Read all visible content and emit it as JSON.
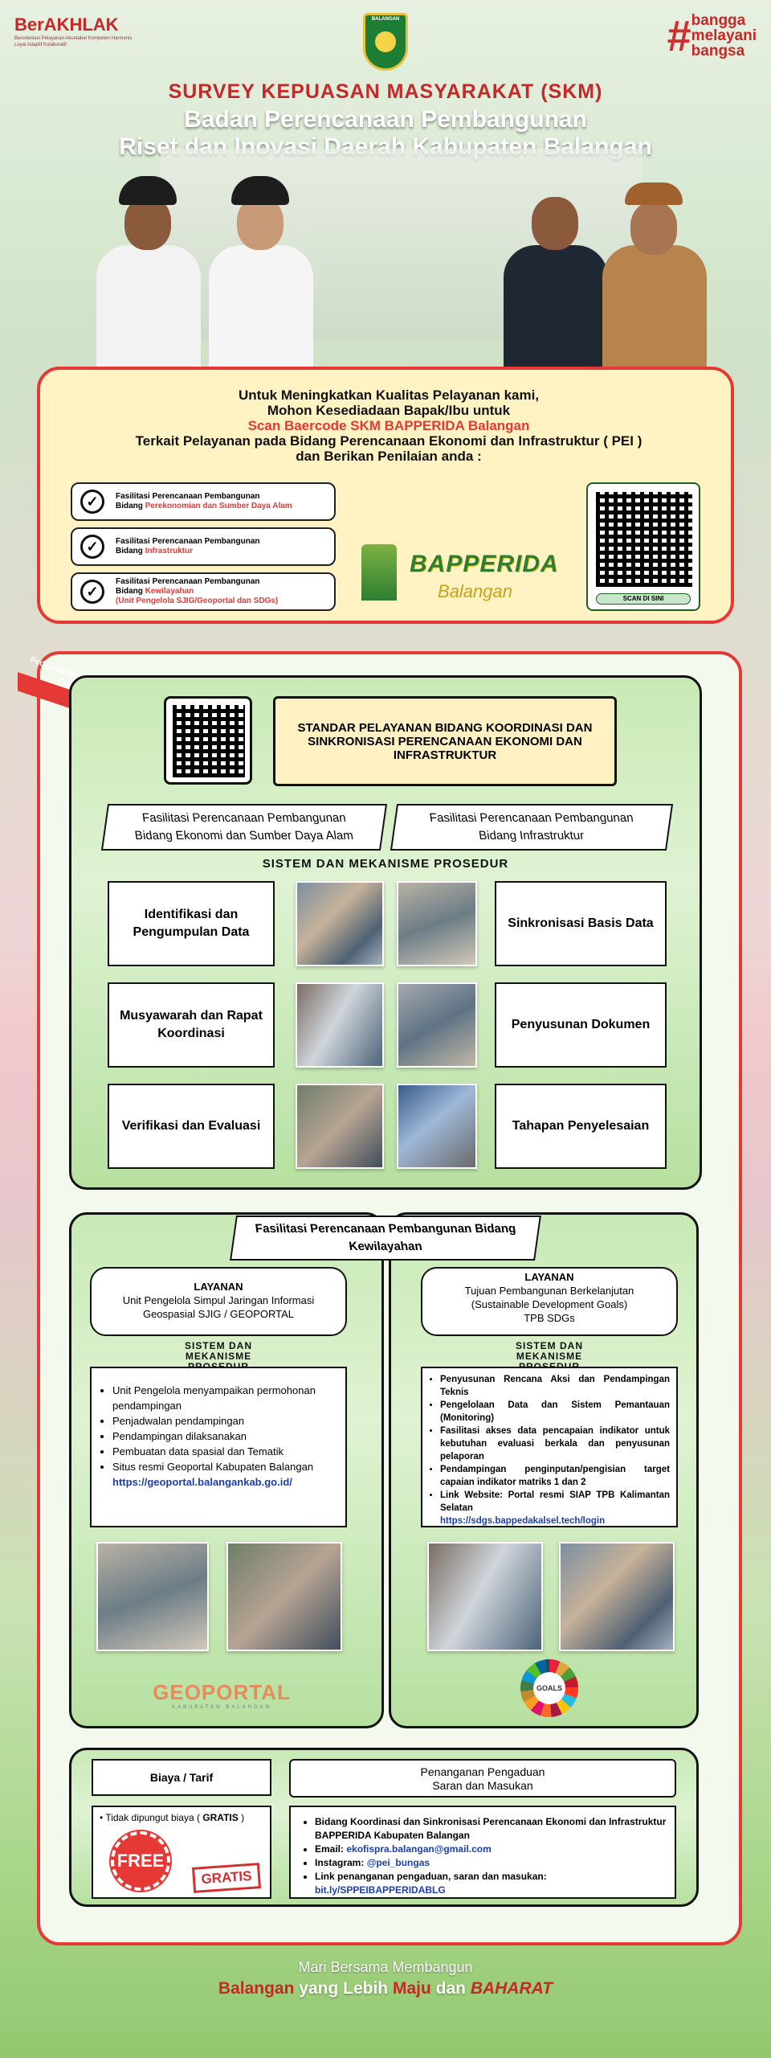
{
  "header": {
    "berakhlak_title": "BerAKHLAK",
    "berakhlak_sub": "Berorientasi Pelayanan Akuntabel Kompeten Harmonis Loyal Adaptif Kolaboratif",
    "emblem_label": "BALANGAN",
    "bangga_line1": "bangga",
    "bangga_line2": "melayani",
    "bangga_line3": "bangsa",
    "survey": "SURVEY KEPUASAN MASYARAKAT (SKM)",
    "title_line1": "Badan Perencanaan Pembangunan",
    "title_line2": "Riset dan Inovasi Daerah Kabupaten Balangan"
  },
  "intro": {
    "line1": "Untuk Meningkatkan Kualitas  Pelayanan kami,",
    "line2": "Mohon Kesediadaan Bapak/Ibu untuk",
    "line3": "Scan Baercode SKM BAPPERIDA Balangan",
    "line4": "Terkait Pelayanan pada Bidang Perencanaan Ekonomi dan Infrastruktur ( PEI )",
    "line5": "dan Berikan Penilaian anda :"
  },
  "options": [
    {
      "line1": "Fasilitasi Perencanaan Pembangunan",
      "prefix": "Bidang ",
      "highlight": "Perekonomian dan Sumber Daya Alam",
      "extra": ""
    },
    {
      "line1": "Fasilitasi Perencanaan Pembangunan",
      "prefix": "Bidang ",
      "highlight": "Infrastruktur",
      "extra": ""
    },
    {
      "line1": "Fasilitasi Perencanaan Pembangunan",
      "prefix": "Bidang ",
      "highlight": "Kewilayahan",
      "extra": "(Unit Pengelola SJIG/Geoportal dan SDGs)"
    }
  ],
  "bapperida": {
    "title": "BAPPERIDA",
    "sub": "Balangan"
  },
  "qr_label": "SCAN DI SINI",
  "guide_arrow": "Pedoman Standar Pelayanan Scan disini",
  "standard_title": "STANDAR PELAYANAN BIDANG KOORDINASI DAN SINKRONISASI PERENCANAAN EKONOMI DAN INFRASTRUKTUR",
  "field_left": {
    "line1": "Fasilitasi Perencanaan Pembangunan",
    "line2": "Bidang Ekonomi dan Sumber Daya Alam"
  },
  "field_right": {
    "line1": "Fasilitasi Perencanaan Pembangunan",
    "line2": "Bidang Infrastruktur"
  },
  "system_heading": "SISTEM DAN MEKANISME PROSEDUR",
  "steps_left": [
    "Identifikasi dan Pengumpulan Data",
    "Musyawarah dan Rapat Koordinasi",
    "Verifikasi dan Evaluasi"
  ],
  "steps_right": [
    "Sinkronisasi Basis Data",
    "Penyusunan Dokumen",
    "Tahapan Penyelesaian"
  ],
  "regional": {
    "title_line1": "Fasilitasi Perencanaan Pembangunan Bidang",
    "title_line2": "Kewilayahan",
    "left_service": {
      "label": "LAYANAN",
      "line1": "Unit Pengelola Simpul Jaringan Informasi",
      "line2": "Geospasial SJIG / GEOPORTAL"
    },
    "left_heading": "SISTEM DAN MEKANISME PROSEDUR",
    "left_items": [
      "Unit Pengelola menyampaikan permohonan pendampingan",
      "Penjadwalan pendampingan",
      "Pendampingan dilaksanakan",
      "Pembuatan data spasial dan Tematik",
      "Situs resmi Geoportal Kabupaten Balangan"
    ],
    "left_link": "https://geoportal.balangankab.go.id/",
    "right_service": {
      "label": "LAYANAN",
      "line1": "Tujuan Pembangunan Berkelanjutan",
      "line2": "(Sustainable Development Goals)",
      "line3": "TPB  SDGs"
    },
    "right_heading": "SISTEM DAN MEKANISME PROSEDUR",
    "right_items": [
      "Penyusunan Rencana Aksi dan Pendampingan Teknis",
      "Pengelolaan Data dan Sistem Pemantauan (Monitoring)",
      "Fasilitasi akses data pencapaian indikator untuk kebutuhan evaluasi berkala dan penyusunan pelaporan",
      "Pendampingan penginputan/pengisian target capaian indikator matriks 1 dan 2",
      "Link Website: Portal resmi SIAP TPB Kalimantan Selatan"
    ],
    "right_link": "https://sdgs.bappedakalsel.tech/login",
    "geoportal_logo": "GEOPORTAL",
    "geoportal_sub": "KABUPATEN BALANGAN",
    "sdg_logo": "GOALS"
  },
  "fees": {
    "title": "Biaya / Tarif",
    "item": "Tidak dipungut biaya ( ",
    "item_bold": "GRATIS",
    "item_end": " )",
    "free_badge": "FREE",
    "gratis_stamp": "GRATIS"
  },
  "complaints": {
    "title_line1": "Penanganan Pengaduan",
    "title_line2": "Saran dan Masukan",
    "item1": "Bidang Koordinasi dan Sinkronisasi Perencanaan Ekonomi dan Infrastruktur BAPPERIDA Kabupaten Balangan",
    "email_label": "Email: ",
    "email": "ekofispra.balangan@gmail.com",
    "ig_label": "Instagram: ",
    "ig": "@pei_bungas",
    "link_label": "Link penanganan pengaduan, saran dan masukan: ",
    "link": "bit.ly/SPPEIBAPPERIDABLG"
  },
  "footer": {
    "line1": "Mari Bersama Membangun",
    "w1": "Balangan",
    "w2": " yang Lebih ",
    "w3": "Maju",
    "w4": " dan ",
    "w5": "BAHARAT"
  },
  "colors": {
    "accent_red": "#e53935",
    "green": "#2e7d32",
    "cream": "#fff3c4"
  }
}
